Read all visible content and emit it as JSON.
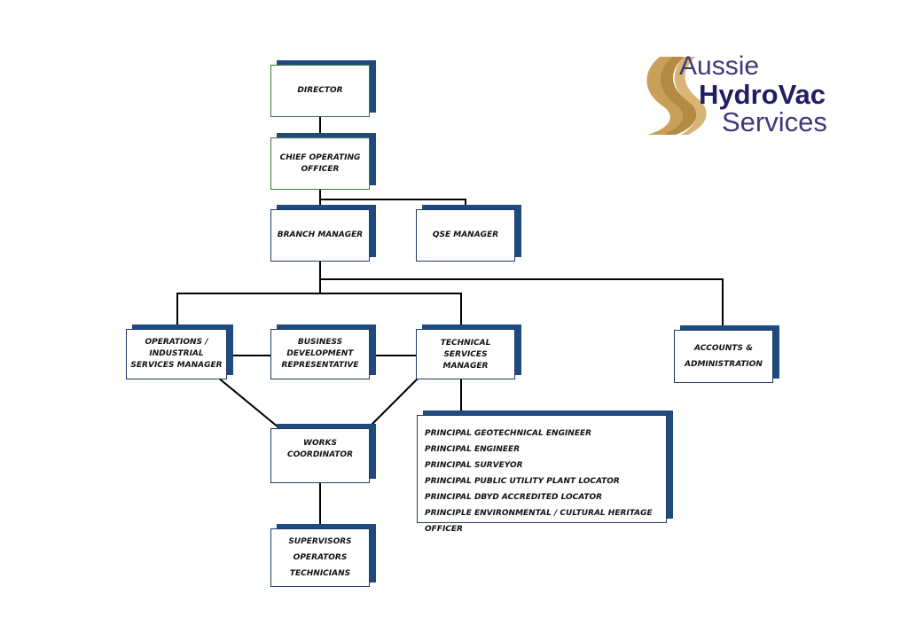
{
  "logo": {
    "line1": "Aussie",
    "line2": "HydroVac",
    "line3": "Services",
    "colors": {
      "text": "#3d3a7a",
      "bold_text": "#221e64",
      "swoosh": "#c9a05a"
    }
  },
  "colors": {
    "box_shadow": "#1f4a80",
    "box_border": "#1f3a64",
    "top_border": "#3a7a35",
    "connector": "#000000"
  },
  "nodes": {
    "director": {
      "lines": [
        "DIRECTOR"
      ]
    },
    "coo": {
      "lines": [
        "CHIEF OPERATING",
        "OFFICER"
      ]
    },
    "branch_manager": {
      "lines": [
        "BRANCH MANAGER"
      ]
    },
    "qse_manager": {
      "lines": [
        "QSE MANAGER"
      ]
    },
    "operations": {
      "lines": [
        "OPERATIONS /",
        "INDUSTRIAL",
        "SERVICES MANAGER"
      ]
    },
    "business_dev": {
      "lines": [
        "BUSINESS",
        "DEVELOPMENT",
        "REPRESENTATIVE"
      ]
    },
    "technical": {
      "lines": [
        "TECHNICAL SERVICES",
        "MANAGER"
      ]
    },
    "accounts": {
      "lines": [
        "ACCOUNTS &",
        "ADMINISTRATION"
      ]
    },
    "works": {
      "lines": [
        "WORKS",
        "COORDINATOR"
      ]
    },
    "principals": {
      "lines": [
        "PRINCIPAL GEOTECHNICAL ENGINEER",
        "PRINCIPAL ENGINEER",
        "PRINCIPAL SURVEYOR",
        "PRINCIPAL PUBLIC UTILITY PLANT LOCATOR",
        "PRINCIPAL DBYD ACCREDITED LOCATOR",
        "PRINCIPLE ENVIRONMENTAL / CULTURAL HERITAGE OFFICER"
      ]
    },
    "field": {
      "lines": [
        "SUPERVISORS",
        "OPERATORS",
        "TECHNICIANS"
      ]
    }
  }
}
